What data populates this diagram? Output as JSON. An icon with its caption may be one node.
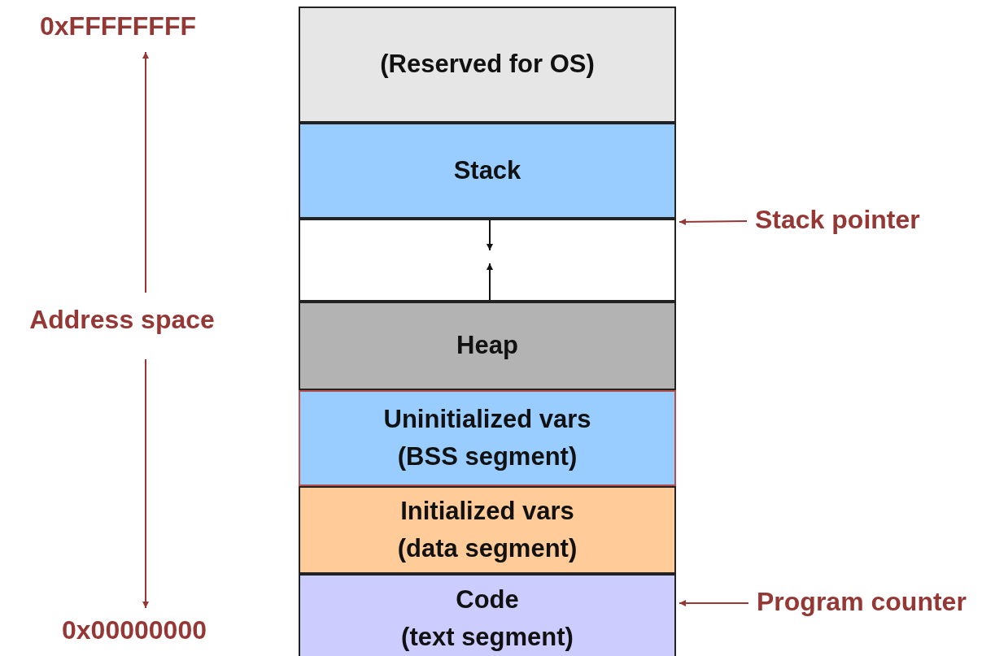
{
  "diagram": {
    "nodes": [
      {
        "text": [
          "(Reserved for OS)"
        ]
      },
      {
        "text": [
          "Stack"
        ]
      },
      {
        "text": [],
        "shape": "box"
      },
      {
        "text": [
          "Heap"
        ]
      },
      {
        "text": [
          "Uninitialized vars",
          "(BSS segment)"
        ]
      },
      {
        "text": [
          "Initialized vars",
          "(data segment)"
        ]
      },
      {
        "text": [
          "Code",
          "(text segment)"
        ]
      },
      {
        "text": [
          "Stack pointer"
        ]
      },
      {
        "text": [
          "Program counter"
        ]
      }
    ],
    "edges": [
      {
        "from": 7,
        "to": 2,
        "arrow": "to",
        "color": "#953735"
      },
      {
        "from": 8,
        "to": 6,
        "arrow": "to",
        "color": "#953735"
      }
    ],
    "labels": [
      "0xFFFFFFFF",
      "Address space",
      "0x00000000"
    ]
  }
}
